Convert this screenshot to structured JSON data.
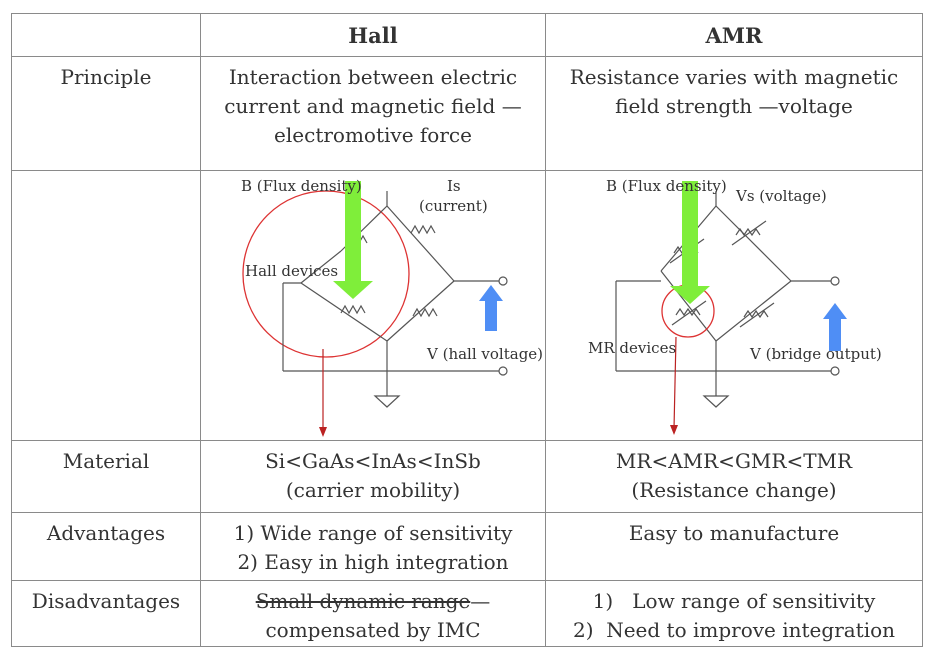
{
  "header": {
    "col_hall": "Hall",
    "col_amr": "AMR"
  },
  "rows": {
    "principle": {
      "label": "Principle",
      "hall": [
        "Interaction between electric",
        "current and magnetic field —",
        "electromotive force"
      ],
      "amr": [
        "Resistance varies with magnetic",
        "field strength —voltage"
      ]
    },
    "diagram": {
      "hall": {
        "flux_label": "B (Flux density)",
        "current_label_1": "Is",
        "current_label_2": "(current)",
        "device_label": "Hall devices",
        "voltage_label": "V (hall voltage)"
      },
      "amr": {
        "flux_label": "B (Flux density)",
        "voltage_label": "Vs (voltage)",
        "device_label": "MR devices",
        "output_label": "V (bridge output)"
      }
    },
    "material": {
      "label": "Material",
      "hall": [
        "Si<GaAs<InAs<InSb",
        "(carrier mobility)"
      ],
      "amr": [
        "MR<AMR<GMR<TMR",
        "(Resistance change)"
      ]
    },
    "advantages": {
      "label": "Advantages",
      "hall": [
        "1) Wide range of sensitivity",
        "2) Easy in high integration"
      ],
      "amr": [
        "Easy to manufacture"
      ]
    },
    "disadvantages": {
      "label": "Disadvantages",
      "hall_strike": "Small dynamic range",
      "hall_rest": "—",
      "hall_line2": "compensated by IMC",
      "amr": [
        "1)   Low range of sensitivity",
        "2)  Need to improve integration"
      ]
    }
  }
}
